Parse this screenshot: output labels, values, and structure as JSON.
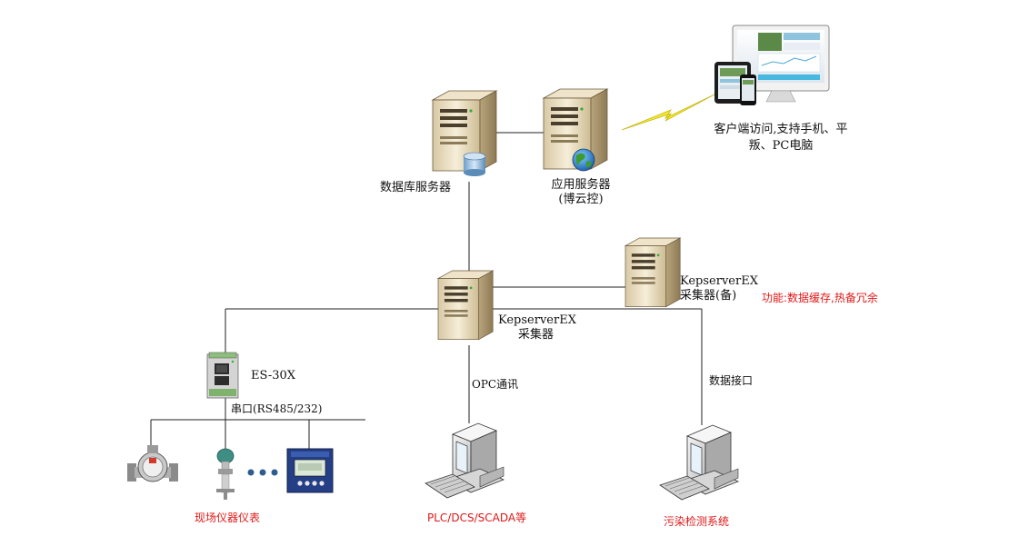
{
  "colors": {
    "line": "#222222",
    "red_text": "#e01818",
    "server_body": "#e9dcc0",
    "server_dark": "#7a6a4c",
    "lightning": "#f2ea2a"
  },
  "labels": {
    "db_server": "数据库服务器",
    "app_server_line1": "应用服务器",
    "app_server_line2": "(博云控)",
    "client_line1": "客户端访问,支持手机、平",
    "client_line2": "叛、PC电脑",
    "collector_line1": "KepserverEX",
    "collector_line2": "采集器",
    "backup_line1": "KepserverEX",
    "backup_line2": "采集器(备)",
    "backup_function": "功能:数据缓存,热备冗余",
    "gateway": "ES-30X",
    "serial": "串口(RS485/232)",
    "opc": "OPC通讯",
    "data_interface": "数据接口",
    "field_instruments": "现场仪器仪表",
    "plc_system": "PLC/DCS/SCADA等",
    "pollution_system": "污染检测系统"
  },
  "icons": {
    "db_server": "server-database-icon",
    "app_server": "server-globe-icon",
    "client_devices": "tablet-phone-monitor-icon",
    "wireless": "lightning-icon",
    "collector": "server-icon",
    "backup_collector": "server-icon",
    "gateway": "gateway-device-icon",
    "flowmeter": "flowmeter-icon",
    "pressure_transmitter": "pressure-transmitter-icon",
    "ellipsis": "ellipsis-dots-icon",
    "analyzer": "analyzer-meter-icon",
    "plc_workstation": "workstation-computer-icon",
    "pollution_workstation": "workstation-computer-icon"
  }
}
